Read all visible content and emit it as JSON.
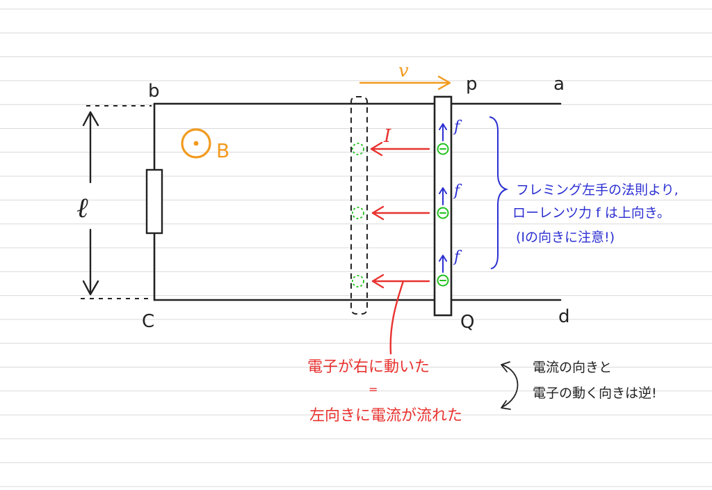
{
  "labels": {
    "b": "b",
    "a": "a",
    "c": "C",
    "d": "d",
    "p": "p",
    "q": "Q",
    "length": "ℓ",
    "velocity": "v",
    "field": "B",
    "current": "I",
    "force_1": "f",
    "force_2": "f",
    "force_3": "f"
  },
  "notes": {
    "fleming_line1": "フレミング左手の法則より,",
    "fleming_line2": "ローレンツ力 f は上向き。",
    "fleming_line3": "(Iの向きに注意!)",
    "electron_moved": "電子が右に動いた",
    "equals": "=",
    "current_flowed": "左向きに電流が流れた",
    "opposite_line1": "電流の向きと",
    "opposite_line2": "電子の動く向きは逆!"
  },
  "colors": {
    "ink": "#222222",
    "orange": "#f29a1e",
    "red": "#e8322f",
    "blue": "#2b2fd1",
    "green": "#22c11e",
    "ruled": "#d9d9d9"
  }
}
